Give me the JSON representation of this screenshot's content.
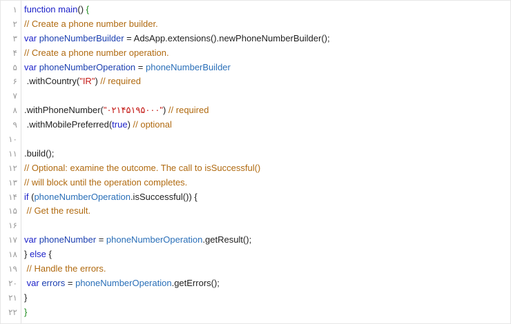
{
  "editor": {
    "line_numbers": [
      "١",
      "٢",
      "٣",
      "۴",
      "۵",
      "۶",
      "٧",
      "٨",
      "٩",
      "١٠",
      "١١",
      "١٢",
      "١٣",
      "١۴",
      "١۵",
      "١۶",
      "١٧",
      "١٨",
      "١٩",
      "٢٠",
      "٢١",
      "٢٢"
    ],
    "lines": [
      [
        {
          "t": "function",
          "c": "kw"
        },
        {
          "t": " "
        },
        {
          "t": "main",
          "c": "fn"
        },
        {
          "t": "() "
        },
        {
          "t": "{",
          "c": "brace-g"
        }
      ],
      [
        {
          "t": "// Create a phone number builder.",
          "c": "cm"
        }
      ],
      [
        {
          "t": "var",
          "c": "kw"
        },
        {
          "t": " "
        },
        {
          "t": "phoneNumberBuilder",
          "c": "var"
        },
        {
          "t": " = AdsApp.extensions().newPhoneNumberBuilder();"
        }
      ],
      [
        {
          "t": "// Create a phone number operation.",
          "c": "cm"
        }
      ],
      [
        {
          "t": "var",
          "c": "kw"
        },
        {
          "t": " "
        },
        {
          "t": "phoneNumberOperation",
          "c": "var"
        },
        {
          "t": " = "
        },
        {
          "t": "phoneNumberBuilder",
          "c": "ref"
        }
      ],
      [
        {
          "t": " .withCountry("
        },
        {
          "t": "\"IR\"",
          "c": "str"
        },
        {
          "t": ") "
        },
        {
          "t": "// required",
          "c": "cm"
        }
      ],
      [],
      [
        {
          "t": ".withPhoneNumber("
        },
        {
          "t": "\"٠٢١۴۵١٩۵٠٠٠\"",
          "c": "str"
        },
        {
          "t": ") "
        },
        {
          "t": "// required",
          "c": "cm"
        }
      ],
      [
        {
          "t": " .withMobilePreferred("
        },
        {
          "t": "true",
          "c": "kw"
        },
        {
          "t": ") "
        },
        {
          "t": "// optional",
          "c": "cm"
        }
      ],
      [],
      [
        {
          "t": ".build();"
        }
      ],
      [
        {
          "t": "// Optional: examine the outcome. The call to isSuccessful()",
          "c": "cm"
        }
      ],
      [
        {
          "t": "// will block until the operation completes.",
          "c": "cm"
        }
      ],
      [
        {
          "t": "if",
          "c": "kw"
        },
        {
          "t": " ("
        },
        {
          "t": "phoneNumberOperation",
          "c": "ref"
        },
        {
          "t": ".isSuccessful()) {"
        }
      ],
      [
        {
          "t": " // Get the result.",
          "c": "cm"
        }
      ],
      [],
      [
        {
          "t": "var",
          "c": "kw"
        },
        {
          "t": " "
        },
        {
          "t": "phoneNumber",
          "c": "var"
        },
        {
          "t": " = "
        },
        {
          "t": "phoneNumberOperation",
          "c": "ref"
        },
        {
          "t": ".getResult();"
        }
      ],
      [
        {
          "t": "} "
        },
        {
          "t": "else",
          "c": "kw"
        },
        {
          "t": " {"
        }
      ],
      [
        {
          "t": " // Handle the errors.",
          "c": "cm"
        }
      ],
      [
        {
          "t": " "
        },
        {
          "t": "var",
          "c": "kw"
        },
        {
          "t": " "
        },
        {
          "t": "errors",
          "c": "var"
        },
        {
          "t": " = "
        },
        {
          "t": "phoneNumberOperation",
          "c": "ref"
        },
        {
          "t": ".getErrors();"
        }
      ],
      [
        {
          "t": "}"
        }
      ],
      [
        {
          "t": "}",
          "c": "brace-g"
        }
      ]
    ]
  },
  "colors": {
    "keyword": "#1d22c9",
    "variable": "#1b3fb0",
    "reference": "#2a6fb8",
    "comment": "#b06a10",
    "string": "#c41a16",
    "closing_brace": "#1a8a1a",
    "line_number": "#9a9a9a"
  }
}
